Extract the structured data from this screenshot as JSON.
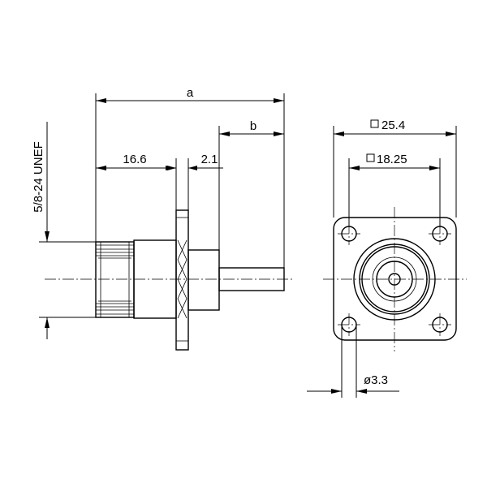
{
  "dimensions": {
    "a": "a",
    "b": "b",
    "left_length": "16.6",
    "flange_thickness": "2.1",
    "thread": "5/8-24 UNEF",
    "flange_square": "25.4",
    "hole_pitch_square": "18.25",
    "hole_diameter": "3.3"
  },
  "symbols": {
    "square": "□",
    "diameter": "ø"
  }
}
